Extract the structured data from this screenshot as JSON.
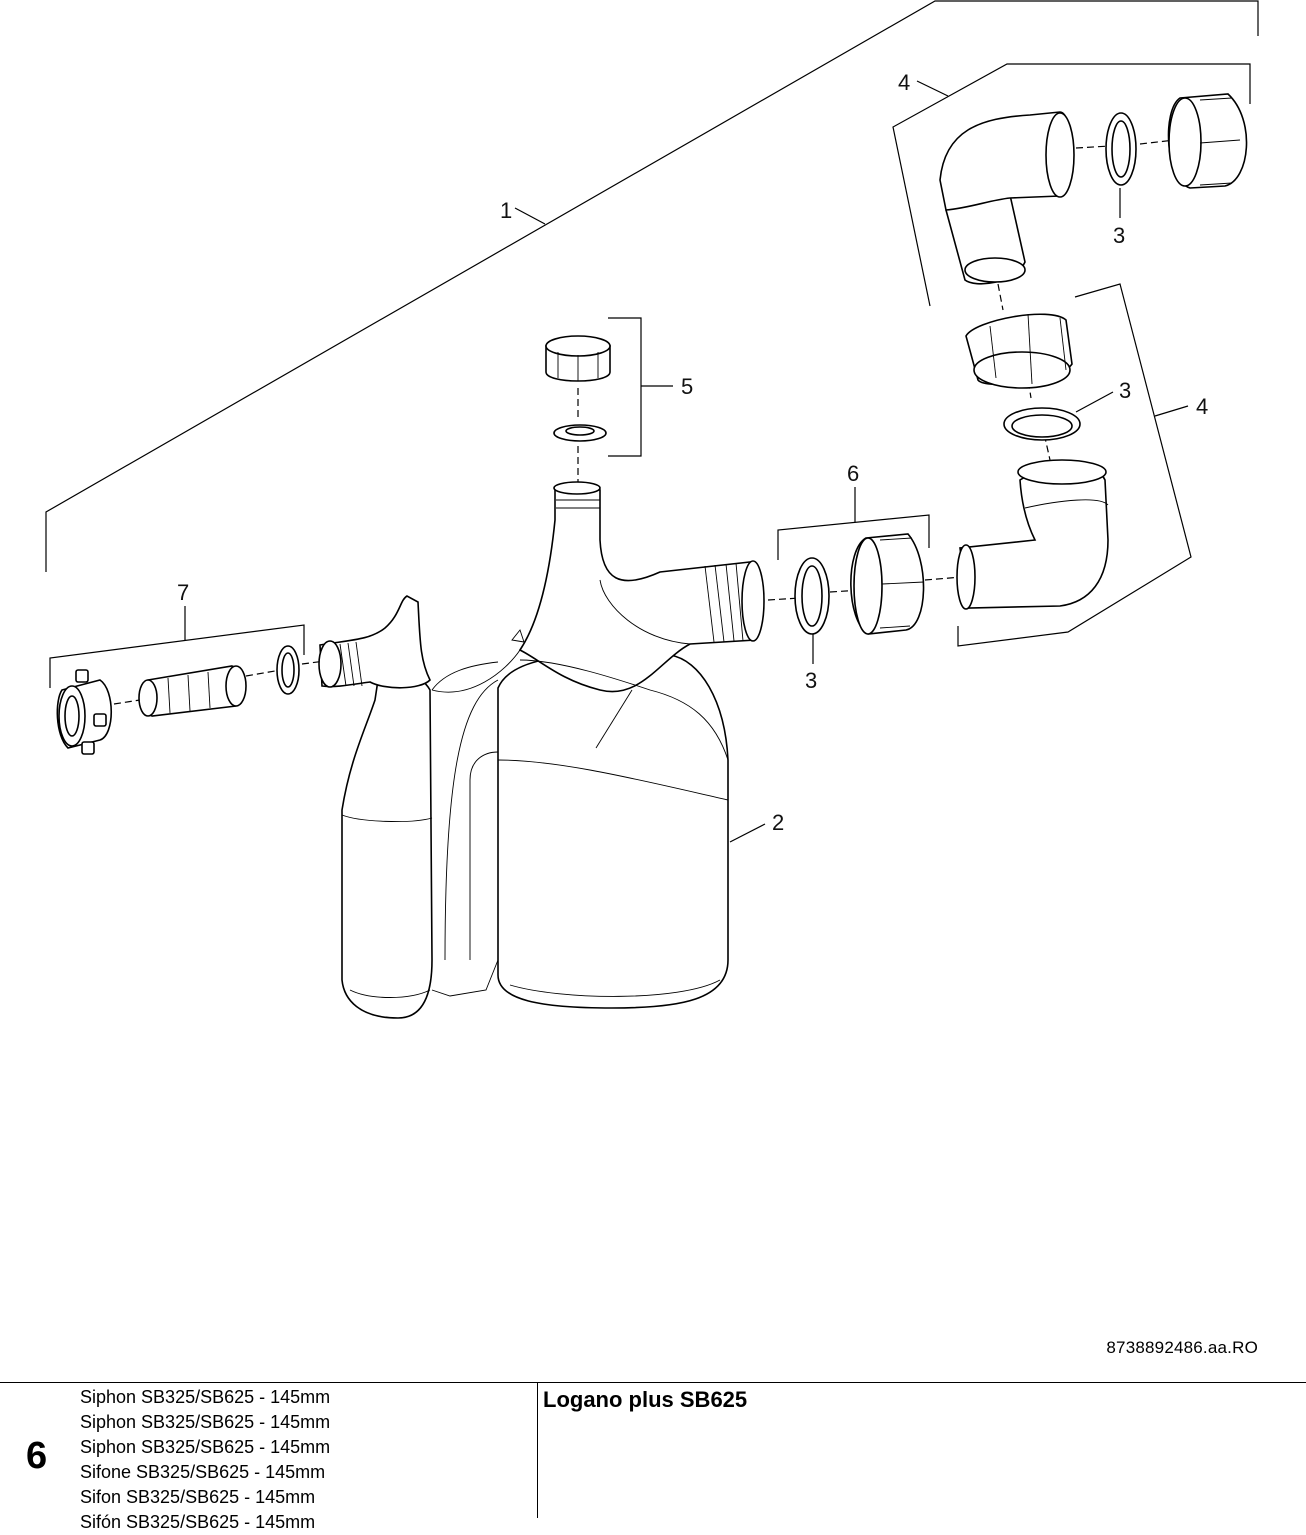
{
  "callouts": {
    "c1": "1",
    "c2": "2",
    "c3a": "3",
    "c3b": "3",
    "c3c": "3",
    "c4a": "4",
    "c4b": "4",
    "c5": "5",
    "c6": "6",
    "c7": "7"
  },
  "document_code": "8738892486.aa.RO",
  "footer": {
    "page_number": "6",
    "titles": [
      "Siphon SB325/SB625 - 145mm",
      "Siphon SB325/SB625 - 145mm",
      "Siphon SB325/SB625 - 145mm",
      "Sifone SB325/SB625 - 145mm",
      "Sifon SB325/SB625 - 145mm",
      "Sifón SB325/SB625 - 145mm"
    ],
    "product": "Logano plus SB625"
  }
}
